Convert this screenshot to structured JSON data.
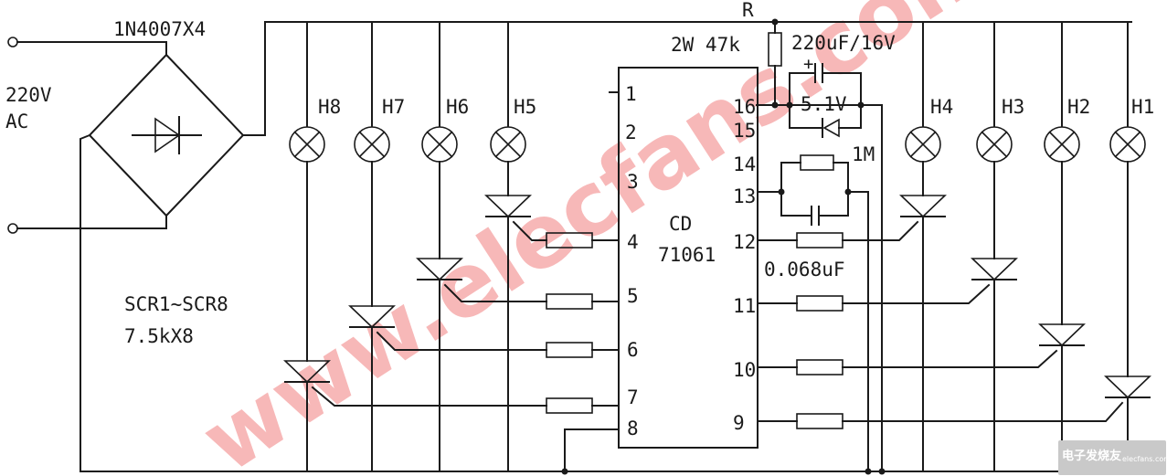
{
  "diagram": {
    "input_label_line1": "220V",
    "input_label_line2": "AC",
    "bridge_label": "1N4007X4",
    "resistor_r_label": "R",
    "resistor_r_value": "2W 47k",
    "capacitor_label": "220uF/16V",
    "zener_label": "5.1V",
    "resistor_1m_label": "1M",
    "capacitor_osc_label": "0.068uF",
    "ic_name_line1": "CD",
    "ic_name_line2": "71061",
    "scr_label": "SCR1~SCR8",
    "gate_resistor_label": "7.5kX8",
    "lamps_left": [
      "H8",
      "H7",
      "H6",
      "H5"
    ],
    "lamps_right": [
      "H4",
      "H3",
      "H2",
      "H1"
    ],
    "pins_left": [
      "1",
      "2",
      "3",
      "4",
      "5",
      "6",
      "7",
      "8"
    ],
    "pins_right": [
      "16",
      "15",
      "14",
      "13",
      "12",
      "11",
      "10",
      "9"
    ],
    "watermark": "www.elecfans.com",
    "logo_text": "电子发烧友",
    "logo_subtext": "elecfans.com"
  }
}
